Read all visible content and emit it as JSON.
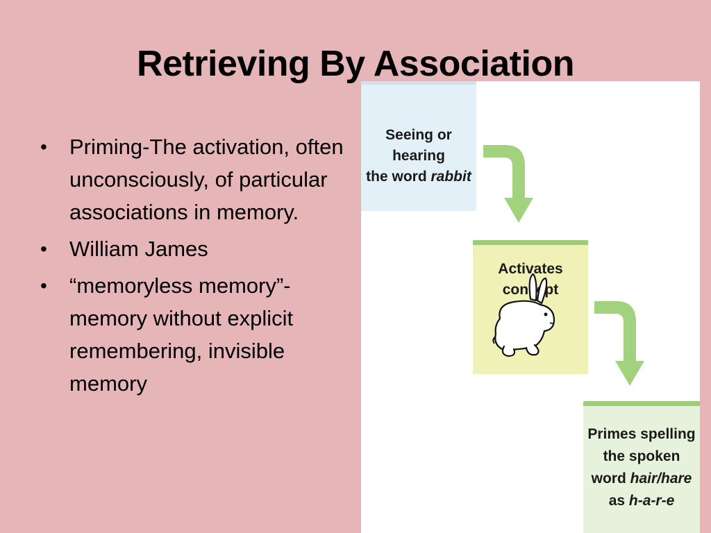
{
  "slide": {
    "title": "Retrieving By Association",
    "bullets": [
      "Priming-The activation, often unconsciously, of particular associations in memory.",
      "William James",
      "“memoryless memory”-memory without explicit remembering, invisible memory"
    ],
    "bullet_glyph": "•"
  },
  "figure": {
    "box1": {
      "line1": "Seeing or hearing",
      "line2_prefix": "the word ",
      "line2_italic": "rabbit"
    },
    "box2": {
      "label": "Activates concept"
    },
    "box3": {
      "line1": "Primes spelling",
      "line2": "the spoken",
      "line3_prefix": "word ",
      "line3_italic": "hair/hare",
      "line4_prefix": "as ",
      "line4_italic": "h-a-r-e"
    },
    "colors": {
      "arrow": "#a3d27f",
      "box1": "#e3f0f8",
      "box2": "#f0f1b6",
      "box3": "#e6f2dc"
    },
    "icons": [
      "arrow-down-right-icon",
      "rabbit-illustration"
    ]
  }
}
